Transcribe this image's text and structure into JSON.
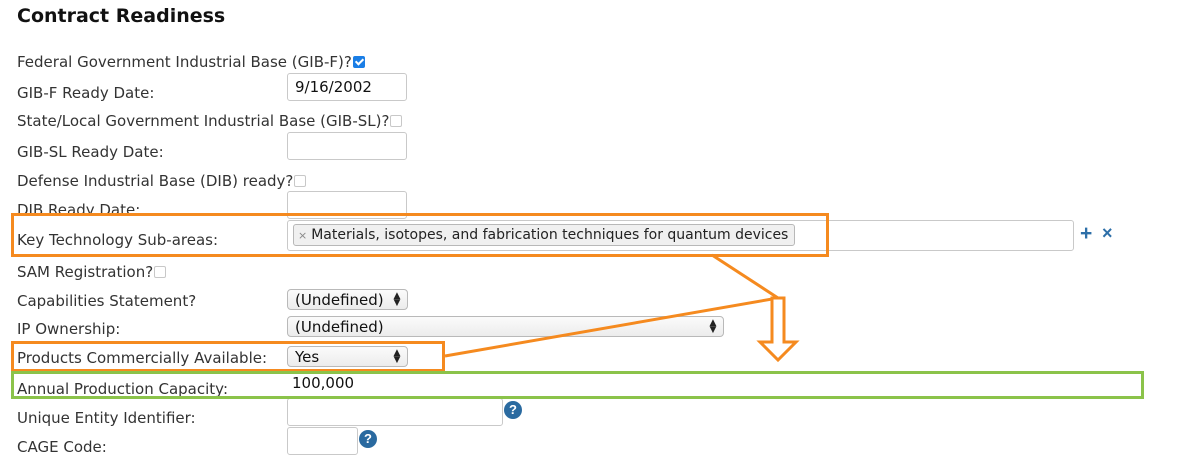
{
  "section_title": "Contract Readiness",
  "fields": {
    "gibf_label": "Federal Government Industrial Base (GIB-F)?",
    "gibf_checked": true,
    "gibf_date_label": "GIB-F Ready Date:",
    "gibf_date_value": "9/16/2002",
    "gibsl_label": "State/Local Government Industrial Base (GIB-SL)?",
    "gibsl_checked": false,
    "gibsl_date_label": "GIB-SL Ready Date:",
    "gibsl_date_value": "",
    "dib_label": "Defense Industrial Base (DIB) ready?",
    "dib_checked": false,
    "dib_date_label": "DIB Ready Date:",
    "dib_date_value": "",
    "kts_label": "Key Technology Sub-areas:",
    "kts_tag": "Materials, isotopes, and fabrication techniques for quantum devices",
    "kts_tag_remove": "×",
    "kts_add": "+",
    "kts_clear": "×",
    "sam_label": "SAM Registration?",
    "sam_checked": false,
    "cap_label": "Capabilities Statement?",
    "cap_value": "(Undefined)",
    "ip_label": "IP Ownership:",
    "ip_value": "(Undefined)",
    "pca_label": "Products Commercially Available:",
    "pca_value": "Yes",
    "apc_label": "Annual Production Capacity:",
    "apc_value": "100,000",
    "uei_label": "Unique Entity Identifier:",
    "uei_value": "",
    "cage_label": "CAGE Code:",
    "cage_value": "",
    "help_glyph": "?"
  },
  "colors": {
    "highlight_orange": "#f58a1f",
    "highlight_green": "#8bc34a",
    "checkbox_blue": "#1a7ee6",
    "action_blue": "#2d6fa8"
  }
}
